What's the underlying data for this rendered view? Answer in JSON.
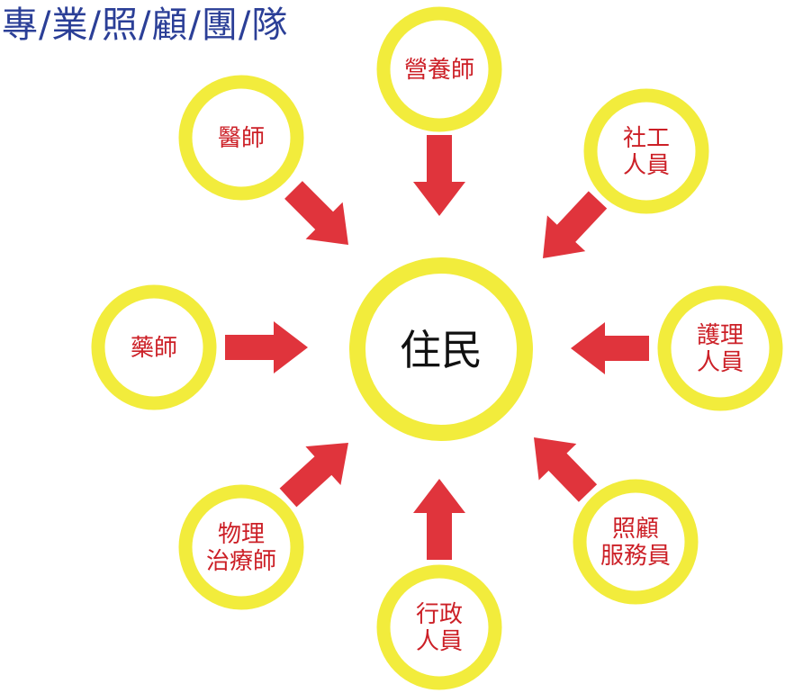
{
  "title": "專/業/照/顧/團/隊",
  "center": {
    "label": "住民"
  },
  "roles": [
    {
      "id": "nutritionist",
      "lines": [
        "營養師"
      ]
    },
    {
      "id": "doctor",
      "lines": [
        "醫師"
      ]
    },
    {
      "id": "social-worker",
      "lines": [
        "社工",
        "人員"
      ]
    },
    {
      "id": "pharmacist",
      "lines": [
        "藥師"
      ]
    },
    {
      "id": "nurse",
      "lines": [
        "護理",
        "人員"
      ]
    },
    {
      "id": "physical-therapist",
      "lines": [
        "物理",
        "治療師"
      ]
    },
    {
      "id": "administrative-staff",
      "lines": [
        "行政",
        "人員"
      ]
    },
    {
      "id": "caregiver",
      "lines": [
        "照顧",
        "服務員"
      ]
    }
  ],
  "colors": {
    "title": "#2b3f97",
    "ring": "#f2ec3c",
    "arrow": "#e0343c",
    "role_text": "#cc2027",
    "center_text": "#111111"
  }
}
